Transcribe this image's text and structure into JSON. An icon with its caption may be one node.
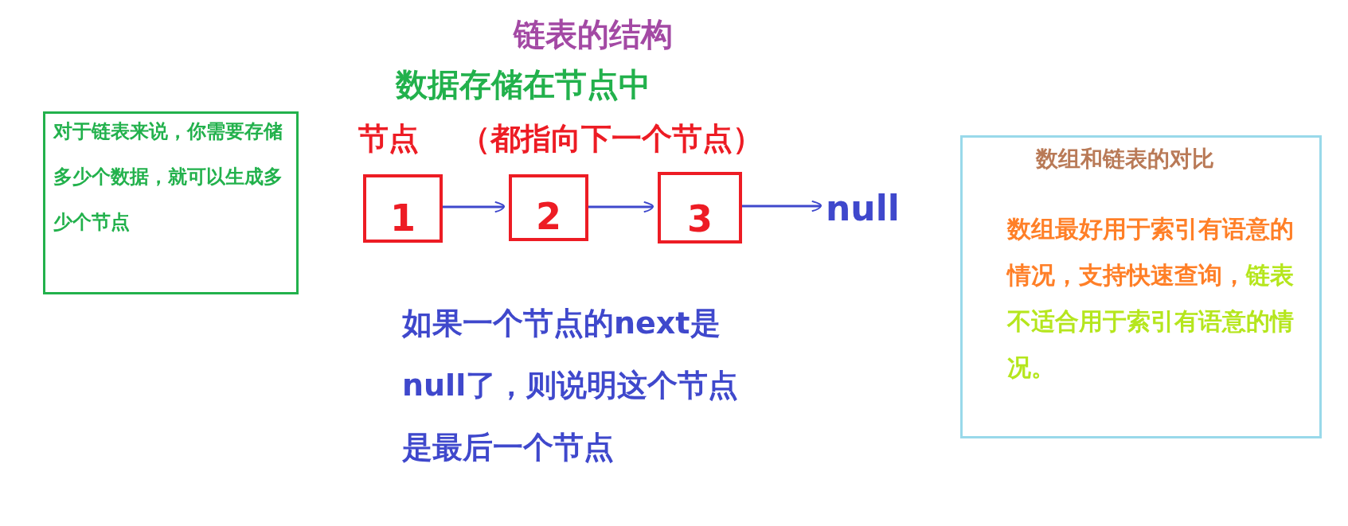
{
  "diagram": {
    "title": "链表的结构",
    "nodes": [
      {
        "text": [
          "对于链表来说，你需要存储多少个数据，就可以生成多少个节点"
        ]
      },
      {
        "text": [
          "1"
        ]
      },
      {
        "text": [
          "2"
        ]
      },
      {
        "text": [
          "3"
        ]
      },
      {
        "text": [
          "null"
        ]
      },
      {
        "text": [
          "数组和链表的对比",
          "数组最好用于索引有语意的情况，支持快速查询，",
          "链表不适合用于索引有语意的情况。"
        ]
      }
    ],
    "edges": [
      {
        "from": 1,
        "to": 2,
        "arrow": "to"
      },
      {
        "from": 2,
        "to": 3,
        "arrow": "to"
      },
      {
        "from": 3,
        "to": 4,
        "arrow": "to"
      }
    ],
    "labels": [
      "数据存储在节点中",
      "节点",
      "（都指向下一个节点）",
      "如果一个节点的next是null了，则说明这个节点是最后一个节点"
    ]
  }
}
